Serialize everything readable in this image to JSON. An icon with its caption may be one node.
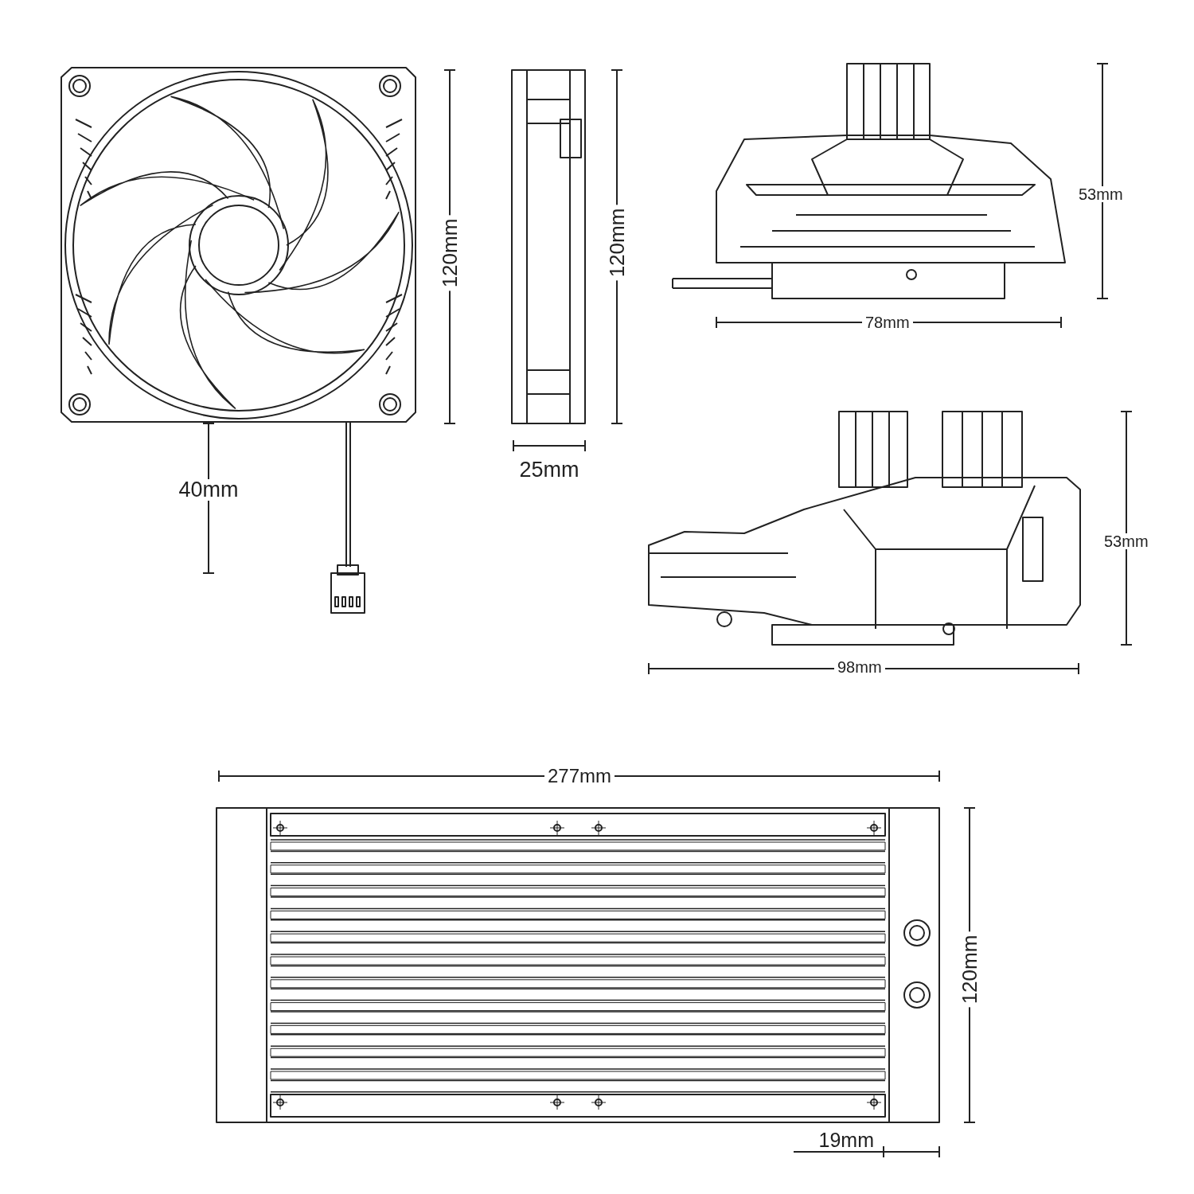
{
  "diagram": {
    "labels": [
      "120mm",
      "120mm",
      "53mm",
      "78mm",
      "40mm",
      "25mm",
      "53mm",
      "98mm",
      "277mm",
      "120mm",
      "19mm"
    ]
  }
}
